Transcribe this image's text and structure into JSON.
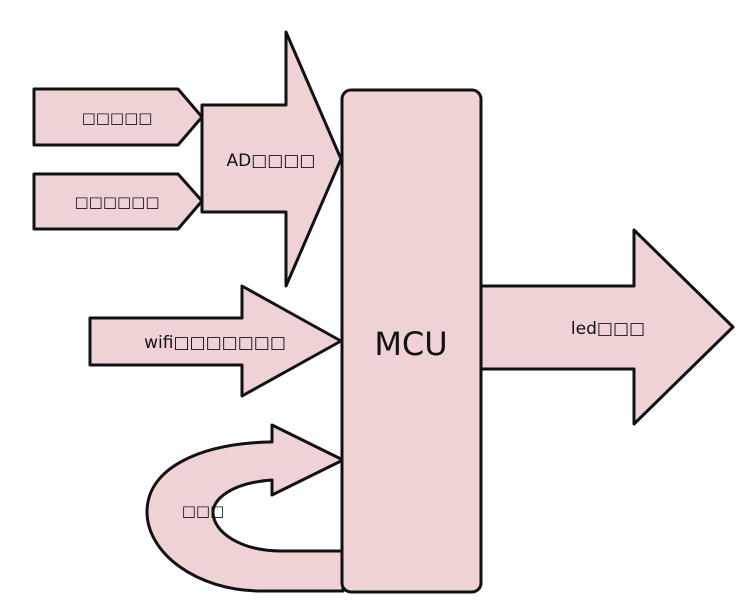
{
  "diagram": {
    "input_sensor_1": "□□□□□",
    "input_sensor_2": "□□□□□□",
    "ad_arrow": "AD□□□□",
    "wifi_arrow": "wifi□□□□□□□",
    "loop_arrow": "□□□",
    "mcu": "MCU",
    "output_arrow": "led□□□"
  },
  "colors": {
    "fill": "#efd2d3",
    "stroke": "#111111"
  }
}
